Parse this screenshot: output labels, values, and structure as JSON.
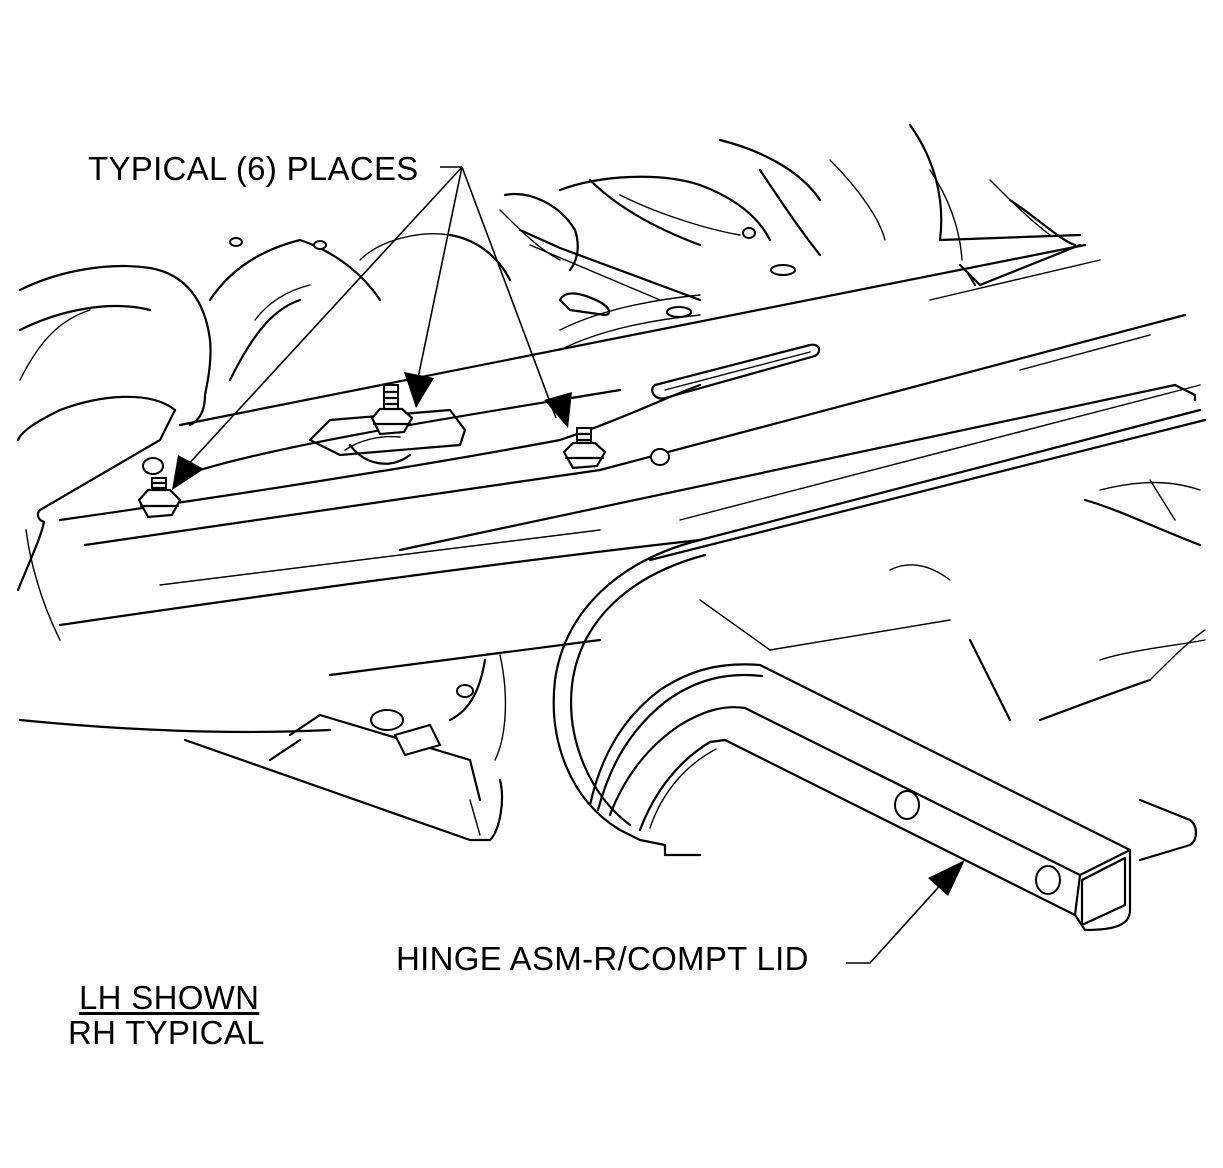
{
  "labels": {
    "fasteners": "TYPICAL (6) PLACES",
    "hinge": "HINGE ASM-R/COMPT LID",
    "view_note_line1": "LH SHOWN",
    "view_note_line2": "RH TYPICAL"
  },
  "colors": {
    "linework": "#000000",
    "background": "#ffffff"
  },
  "icons": [
    "hex-nut-stud-icon",
    "arrowhead-icon"
  ]
}
